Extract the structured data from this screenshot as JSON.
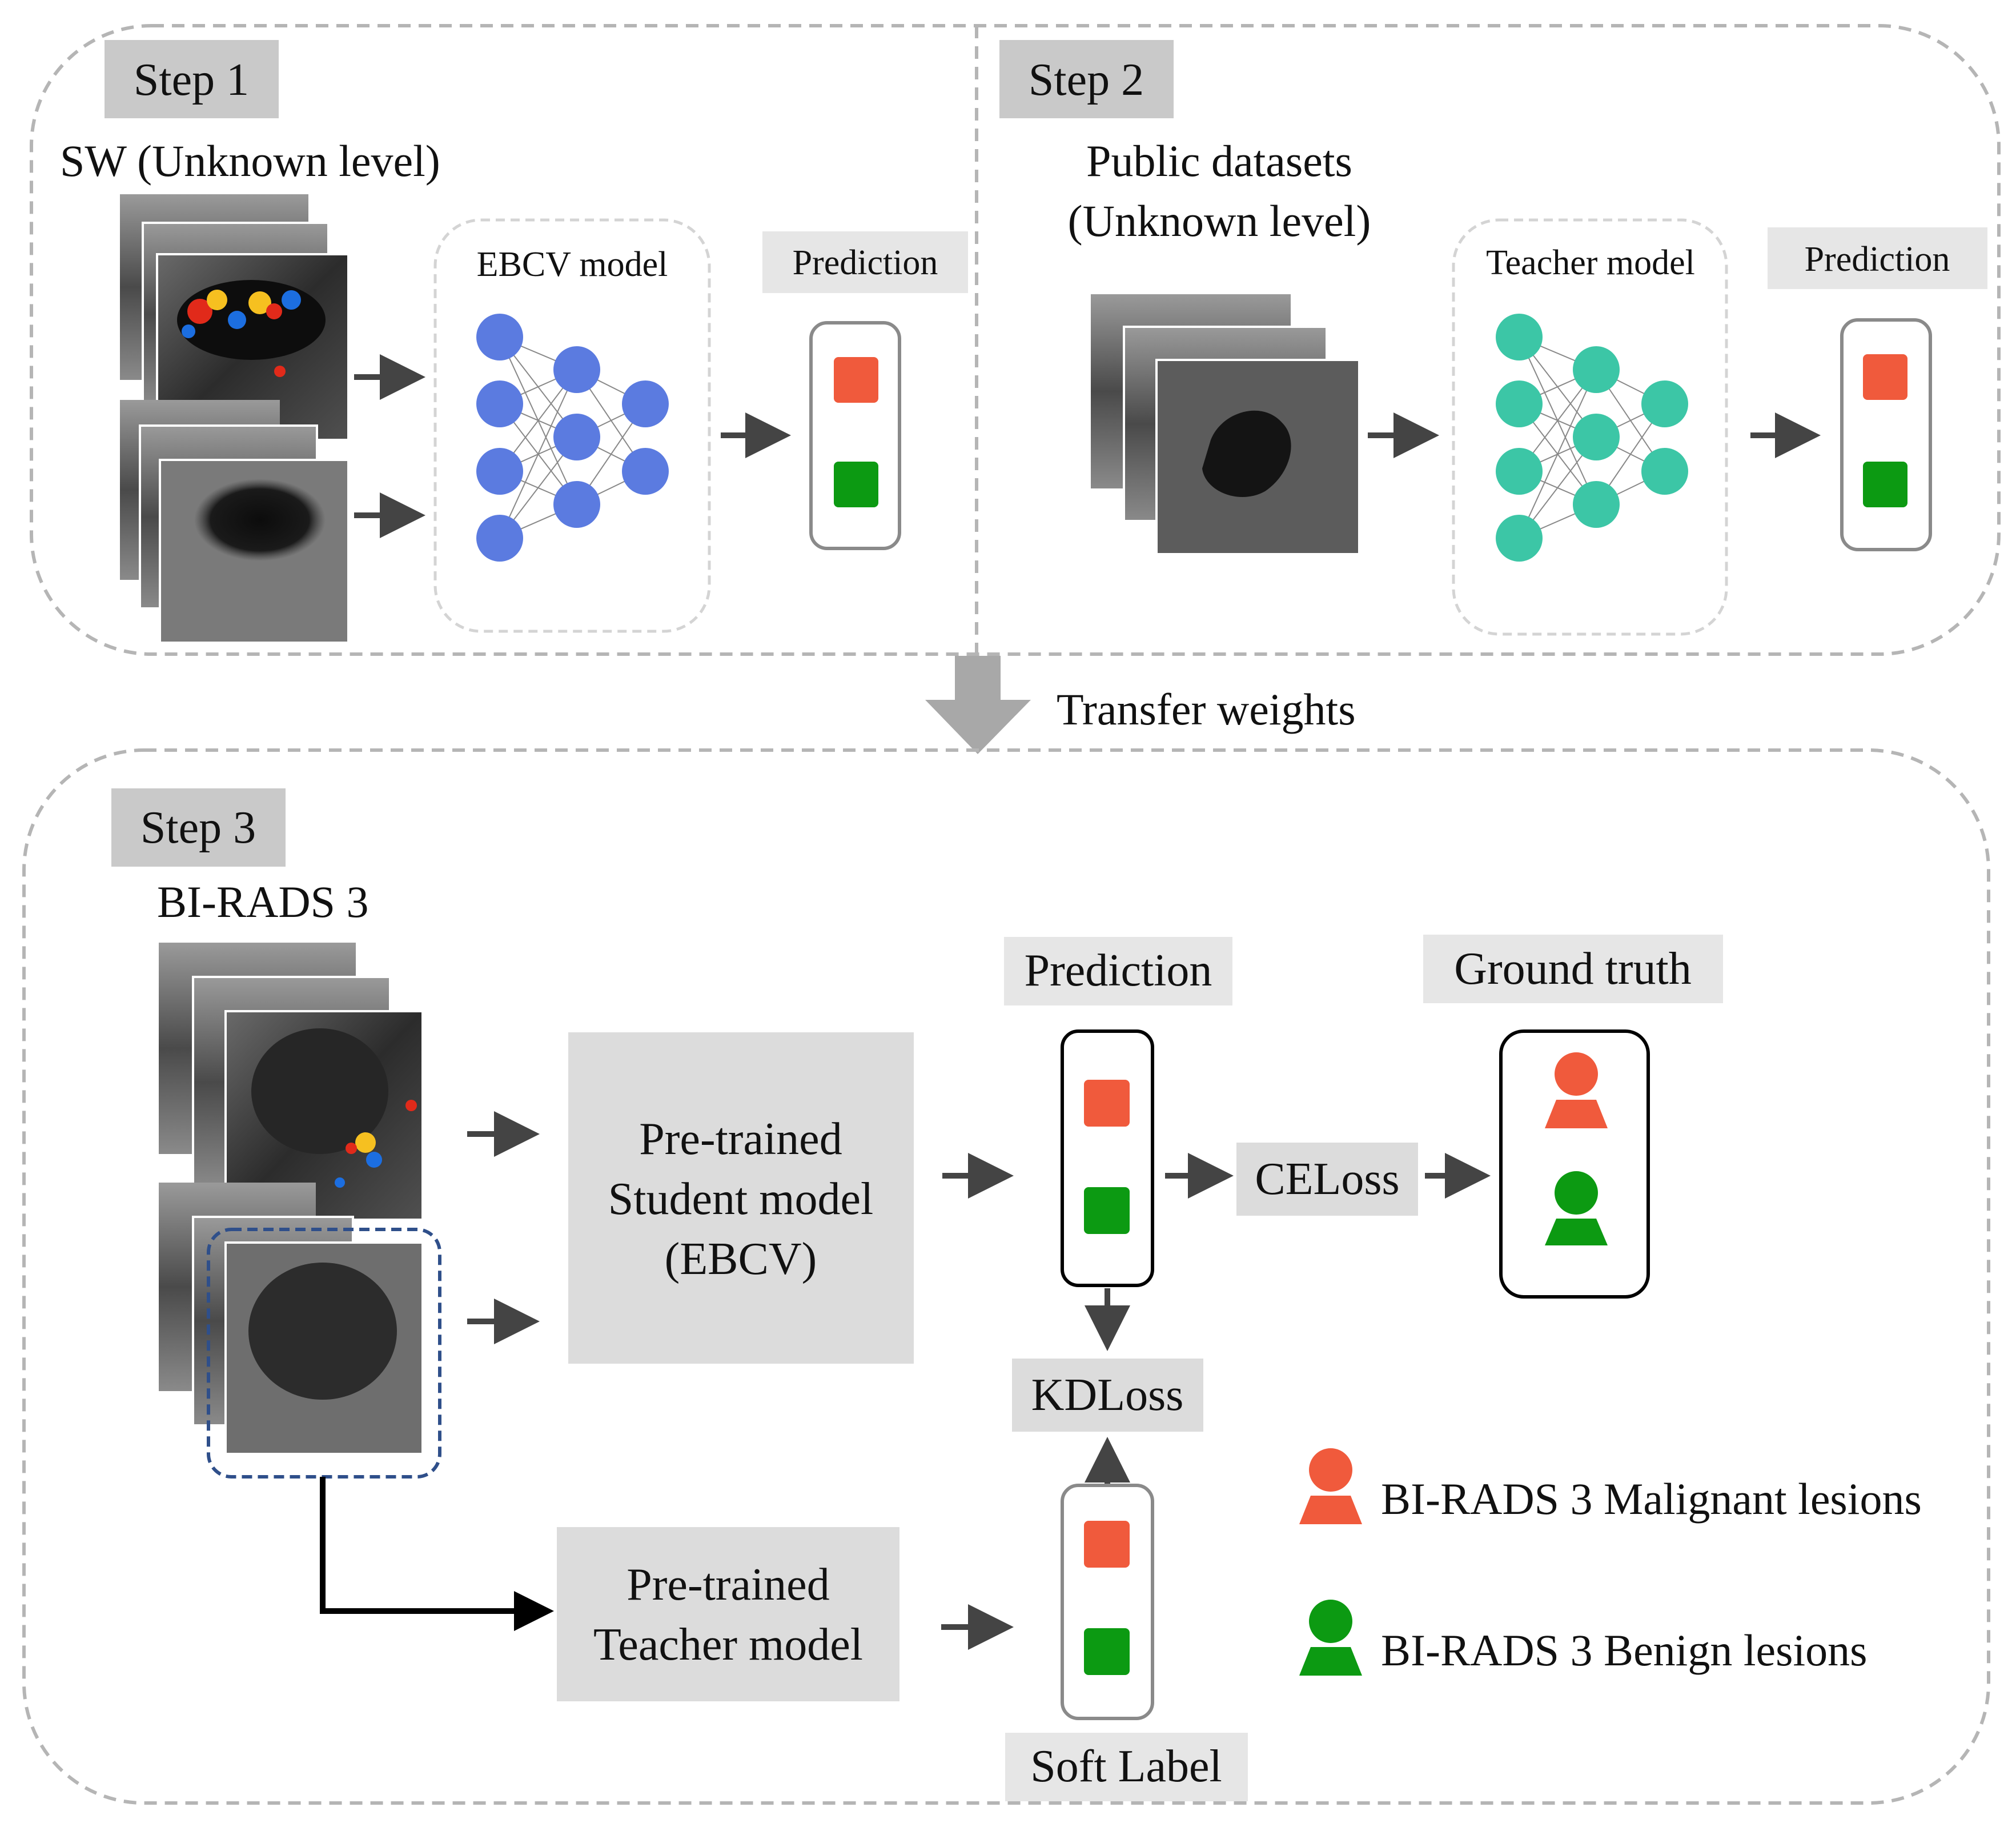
{
  "step1": {
    "tag": "Step 1",
    "input_label": "SW (Unknown level)",
    "model_label": "EBCV model",
    "prediction_label": "Prediction"
  },
  "step2": {
    "tag": "Step 2",
    "input_label_line1": "Public datasets",
    "input_label_line2": "(Unknown level)",
    "model_label": "Teacher model",
    "prediction_label": "Prediction"
  },
  "transfer_label": "Transfer weights",
  "step3": {
    "tag": "Step 3",
    "input_label": "BI-RADS 3",
    "student_line1": "Pre-trained",
    "student_line2": "Student model",
    "student_line3": "(EBCV)",
    "teacher_line1": "Pre-trained",
    "teacher_line2": "Teacher model",
    "prediction_label": "Prediction",
    "ground_truth_label": "Ground truth",
    "ce_loss": "CELoss",
    "kd_loss": "KDLoss",
    "soft_label": "Soft Label"
  },
  "legend": {
    "malignant": "BI-RADS 3 Malignant lesions",
    "benign": "BI-RADS 3 Benign lesions"
  },
  "colors": {
    "malignant": "#f05a3c",
    "benign": "#0c9a12",
    "ebcv_nodes": "#5b7be0",
    "teacher_nodes": "#3cc6a6",
    "label_bg": "#dcdcdc",
    "arrow": "#444444",
    "transfer_arrow": "#a8a8a8"
  }
}
